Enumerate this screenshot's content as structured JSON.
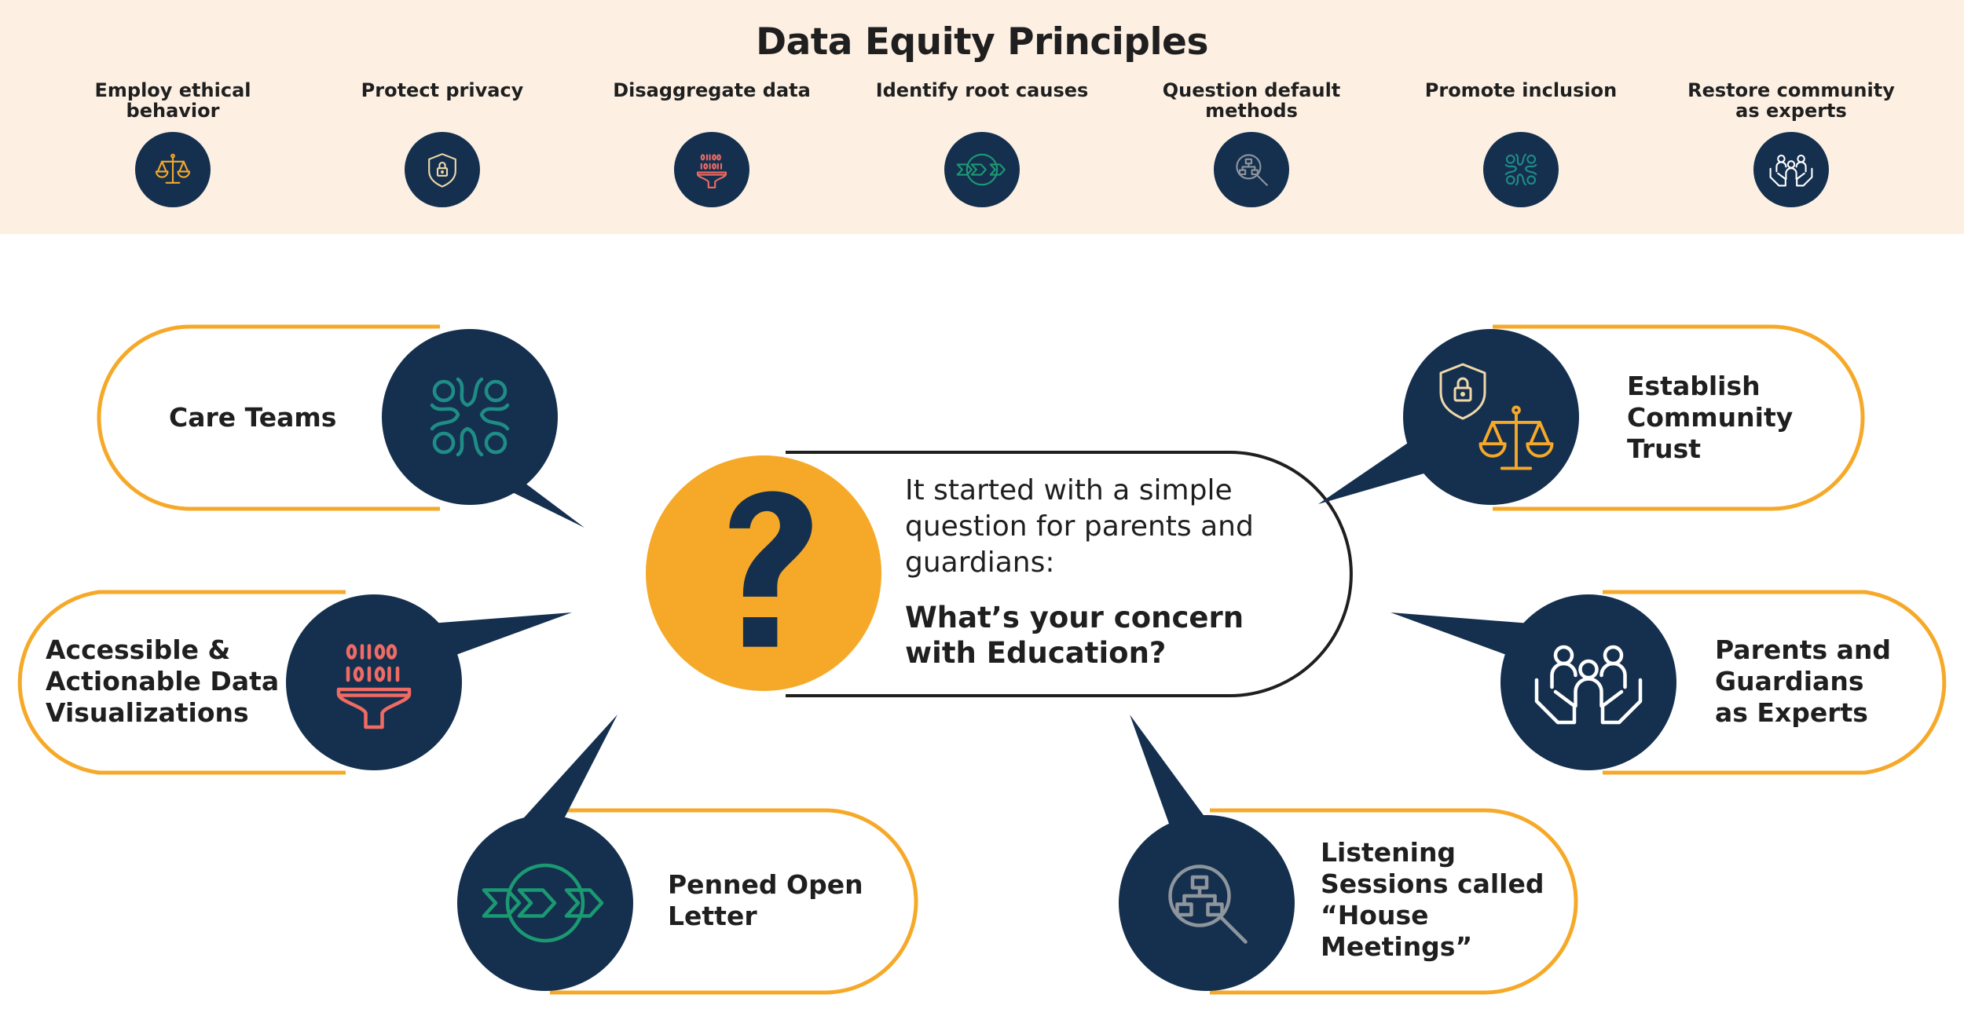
{
  "banner": {
    "title": "Data Equity Principles",
    "principles": [
      {
        "label": "Employ ethical behavior",
        "icon": "scales-icon"
      },
      {
        "label": "Protect privacy",
        "icon": "shield-lock-icon"
      },
      {
        "label": "Disaggregate data",
        "icon": "binary-funnel-icon"
      },
      {
        "label": "Identify root causes",
        "icon": "chevrons-icon"
      },
      {
        "label": "Question default methods",
        "icon": "magnifier-flowchart-icon"
      },
      {
        "label": "Promote inclusion",
        "icon": "linked-people-icon"
      },
      {
        "label": "Restore community as experts",
        "icon": "hands-people-icon"
      }
    ]
  },
  "center": {
    "intro": "It started with a simple question for parents and  guardians:",
    "question": "What’s your concern with Education?"
  },
  "bubbles": {
    "care_teams": "Care Teams",
    "data_viz": "Accessible & Actionable Data Visualizations",
    "open_letter": "Penned Open Letter",
    "house_meetings": "Listening Sessions called “House Meetings”",
    "experts": "Parents and Guardians as Experts",
    "trust": "Establish Community Trust"
  },
  "colors": {
    "navy": "#15304f",
    "orange": "#f6a928",
    "banner_bg": "#fdf0e3",
    "teal": "#1f8d86",
    "green": "#1b9a72",
    "coral": "#ef6b63",
    "gray": "#8e959c"
  }
}
